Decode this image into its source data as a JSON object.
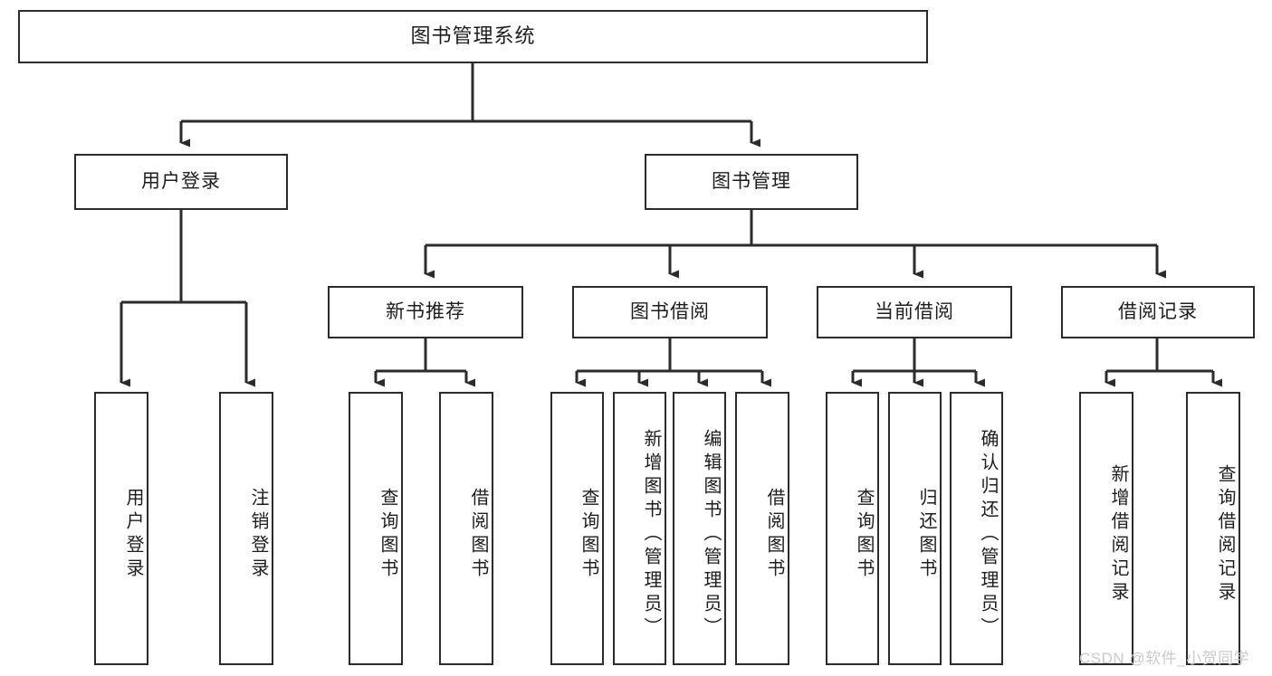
{
  "diagram": {
    "type": "tree-hierarchy-chart",
    "title": "图书管理系统",
    "stroke_color": "#2b2b2b",
    "fill_color": "#ffffff",
    "text_color": "#1d1d1d",
    "levels": {
      "root": {
        "label": "图书管理系统"
      },
      "level2": [
        {
          "label": "用户登录"
        },
        {
          "label": "图书管理"
        }
      ],
      "level3": [
        {
          "label": "新书推荐"
        },
        {
          "label": "图书借阅"
        },
        {
          "label": "当前借阅"
        },
        {
          "label": "借阅记录"
        }
      ],
      "leaves": [
        {
          "label": "用户登录",
          "parent": "用户登录"
        },
        {
          "label": "注销登录",
          "parent": "用户登录"
        },
        {
          "label": "查询图书",
          "parent": "新书推荐"
        },
        {
          "label": "借阅图书",
          "parent": "新书推荐"
        },
        {
          "label": "查询图书",
          "parent": "图书借阅"
        },
        {
          "label": "新增图书（管理员）",
          "parent": "图书借阅"
        },
        {
          "label": "编辑图书（管理员）",
          "parent": "图书借阅"
        },
        {
          "label": "借阅图书",
          "parent": "图书借阅"
        },
        {
          "label": "查询图书",
          "parent": "当前借阅"
        },
        {
          "label": "归还图书",
          "parent": "当前借阅"
        },
        {
          "label": "确认归还（管理员）",
          "parent": "当前借阅"
        },
        {
          "label": "新增借阅记录",
          "parent": "借阅记录"
        },
        {
          "label": "查询借阅记录",
          "parent": "借阅记录"
        }
      ]
    }
  },
  "watermark": {
    "text": "CSDN @软件_小贺同学"
  }
}
